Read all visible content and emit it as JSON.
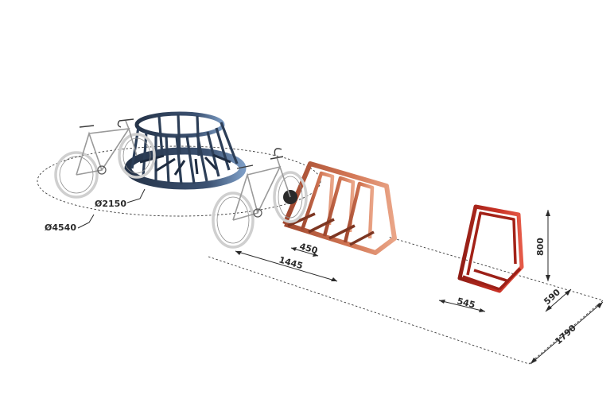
{
  "dimensions": {
    "round_rack_diameter": "Ø2150",
    "footprint_diameter": "Ø4540",
    "slot_spacing": "450",
    "rack_length": "1445",
    "single_width": "545",
    "height": "800",
    "depth": "590",
    "total_depth": "1790"
  },
  "colors": {
    "round_rack": "#2c3e57",
    "round_rack_highlight": "#6f8fb5",
    "multi_rack": "#c4603f",
    "multi_rack_highlight": "#e9967a",
    "single_rack": "#b8261c",
    "single_rack_highlight": "#e04a3a",
    "bike_frame": "#9a9a9a"
  }
}
